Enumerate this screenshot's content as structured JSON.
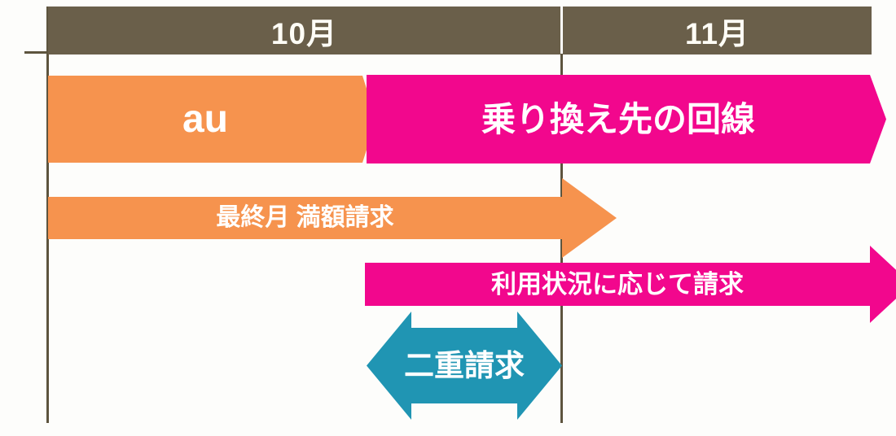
{
  "header": {
    "months": [
      {
        "label": "10月"
      },
      {
        "label": "11月"
      }
    ]
  },
  "bars": {
    "au": {
      "label": "au",
      "color": "#F6934E"
    },
    "switch": {
      "label": "乗り換え先の回線",
      "color": "#F2078D"
    },
    "final": {
      "label": "最終月 満額請求",
      "color": "#F6934E"
    },
    "usage": {
      "label": "利用状況に応じて請求",
      "color": "#F2078D"
    },
    "double": {
      "label": "二重請求",
      "color": "#2095B3"
    }
  },
  "colors": {
    "header_bar": "#6A5F4A",
    "axis_line": "#5D543E",
    "orange": "#F6934E",
    "pink": "#F2078D",
    "teal": "#2095B3",
    "text": "#FFFFFF",
    "background": "#FDFDFB"
  }
}
